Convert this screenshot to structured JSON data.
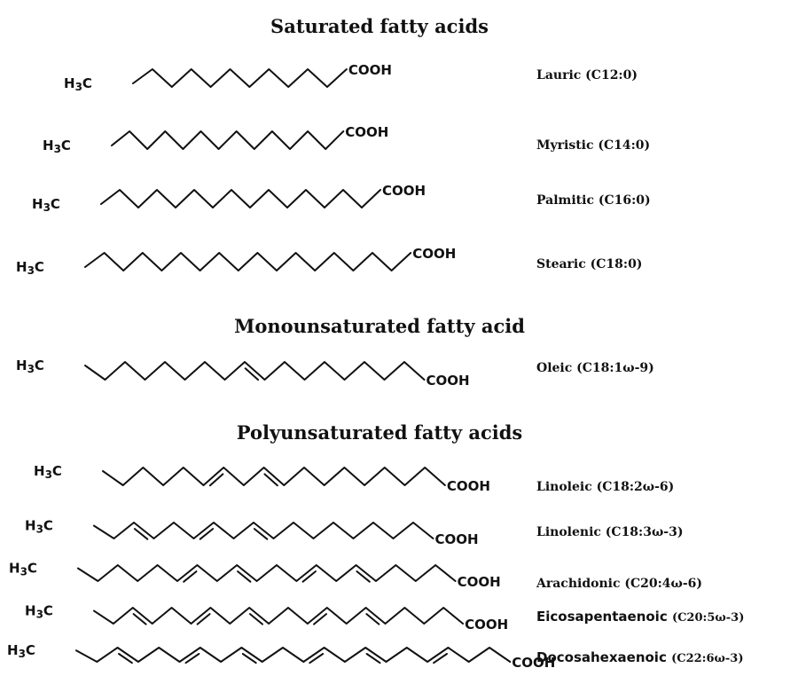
{
  "sections": [
    {
      "title": "Saturated fatty acids"
    },
    {
      "title": "Monounsaturated fatty acid"
    },
    {
      "title": "Polyunsaturated fatty acids"
    }
  ],
  "molecules": [
    {
      "section": 0,
      "methyl": "H3C",
      "acid": "COOH",
      "name": "Lauric (C12:0)",
      "carbons": 12,
      "double_bonds": []
    },
    {
      "section": 0,
      "methyl": "H3C",
      "acid": "COOH",
      "name": "Myristic (C14:0)",
      "carbons": 14,
      "double_bonds": []
    },
    {
      "section": 0,
      "methyl": "H3C",
      "acid": "COOH",
      "name": "Palmitic (C16:0)",
      "carbons": 16,
      "double_bonds": []
    },
    {
      "section": 0,
      "methyl": "H3C",
      "acid": "COOH",
      "name": "Stearic (C18:0)",
      "carbons": 18,
      "double_bonds": []
    },
    {
      "section": 1,
      "methyl": "H3C",
      "acid": "COOH",
      "name": "Oleic (C18:1ω-9)",
      "carbons": 18,
      "double_bonds": [
        9
      ]
    },
    {
      "section": 2,
      "methyl": "H3C",
      "acid": "COOH",
      "name": "Linoleic (C18:2ω-6)",
      "carbons": 18,
      "double_bonds": [
        6,
        9
      ]
    },
    {
      "section": 2,
      "methyl": "H3C",
      "acid": "COOH",
      "name": "Linolenic (C18:3ω-3)",
      "carbons": 18,
      "double_bonds": [
        3,
        6,
        9
      ]
    },
    {
      "section": 2,
      "methyl": "H3C",
      "acid": "COOH",
      "name": "Arachidonic (C20:4ω-6)",
      "carbons": 20,
      "double_bonds": [
        6,
        9,
        12,
        15
      ]
    },
    {
      "section": 2,
      "methyl": "H3C",
      "acid": "COOH",
      "name": "Eicosapentaenoic (C20:5ω-3)",
      "name_main": "Eicosapentaenoic",
      "name_suffix": "(C20:5ω-3)",
      "carbons": 20,
      "double_bonds": [
        3,
        6,
        9,
        12,
        15
      ]
    },
    {
      "section": 2,
      "methyl": "H3C",
      "acid": "COOH",
      "name": "Docosahexaenoic (C22:6ω-3)",
      "name_main": "Docosahexaenoic",
      "name_suffix": "(C22:6ω-3)",
      "carbons": 22,
      "double_bonds": [
        3,
        6,
        9,
        12,
        15,
        18
      ]
    }
  ]
}
